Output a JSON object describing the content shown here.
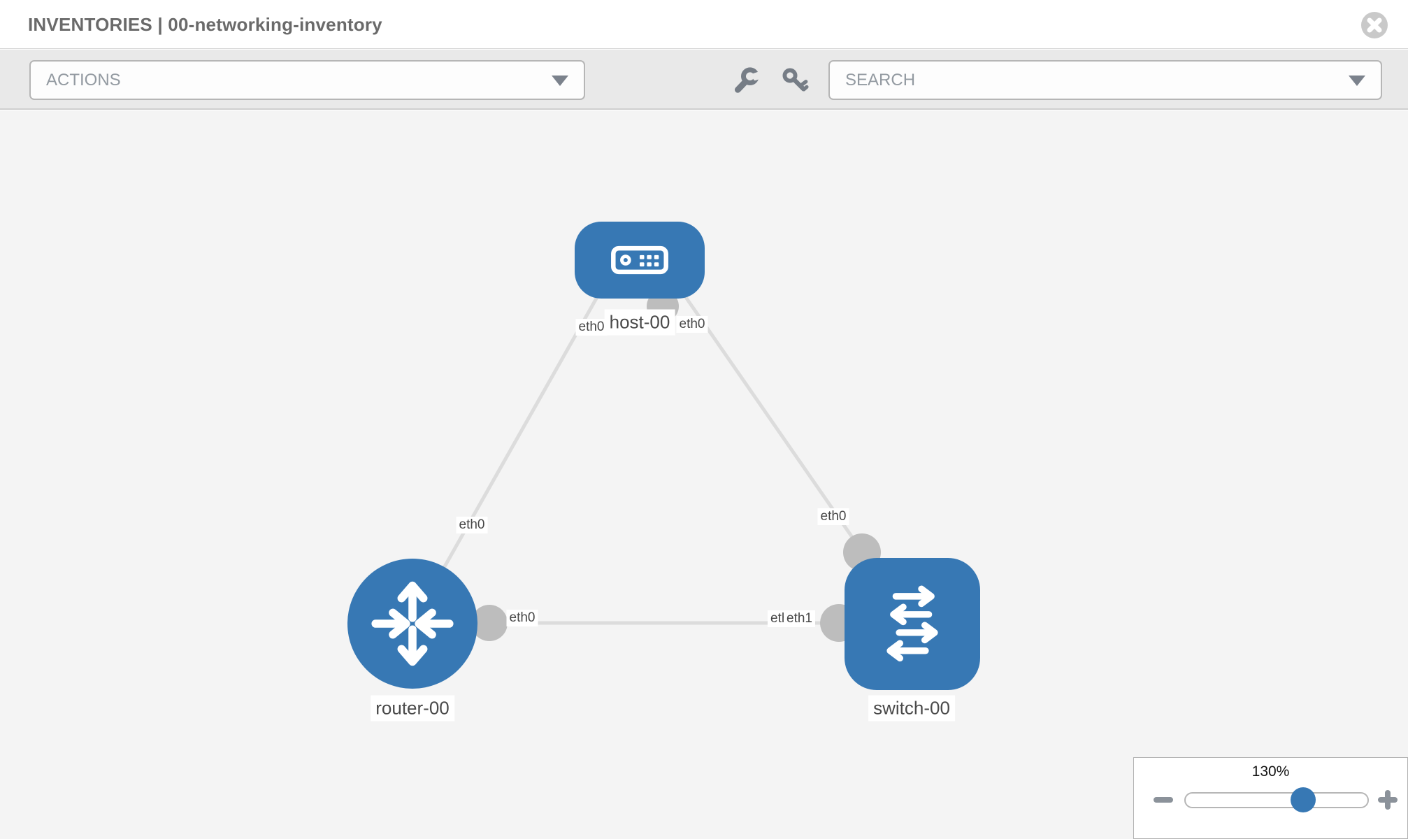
{
  "header": {
    "title": "INVENTORIES | 00-networking-inventory"
  },
  "toolbar": {
    "actions_label": "ACTIONS",
    "search_placeholder": "SEARCH"
  },
  "icons": {
    "close": "circle-x",
    "configure": "wrench",
    "credentials": "key",
    "actions_caret": "chevron-down",
    "search_caret": "chevron-down",
    "zoom_out": "minus",
    "zoom_in": "plus",
    "host": "server-appliance",
    "router": "four-way-arrows",
    "switch": "exchange-arrows"
  },
  "topology": {
    "nodes": [
      {
        "id": "host-00",
        "type": "host",
        "label": "host-00"
      },
      {
        "id": "router-00",
        "type": "router",
        "label": "router-00"
      },
      {
        "id": "switch-00",
        "type": "switch",
        "label": "switch-00"
      }
    ],
    "links": [
      {
        "source": "host-00",
        "source_interface": "eth0",
        "target": "router-00",
        "target_interface": "eth0"
      },
      {
        "source": "host-00",
        "source_interface": "eth0",
        "target": "switch-00",
        "target_interface": "eth0"
      },
      {
        "source": "router-00",
        "source_interface": "eth0",
        "target": "switch-00",
        "target_interface": "eth1"
      }
    ],
    "interface_labels": {
      "host_left": "eth0",
      "host_right": "eth0",
      "host_router_mid": "eth0",
      "host_switch_mid": "eth0",
      "router_right": "eth0",
      "switch_left_back": "eth0",
      "switch_left_front": "eth1"
    }
  },
  "zoom_control": {
    "level": "130%",
    "percent": 130
  },
  "colors": {
    "node_fill": "#3778b4",
    "link_stroke": "#dcdcdc",
    "interface_dot": "#bdbdbd",
    "toolbar_bg": "#e9e9e9",
    "canvas_bg": "#f4f4f4",
    "title_text": "#6a6a6a"
  }
}
